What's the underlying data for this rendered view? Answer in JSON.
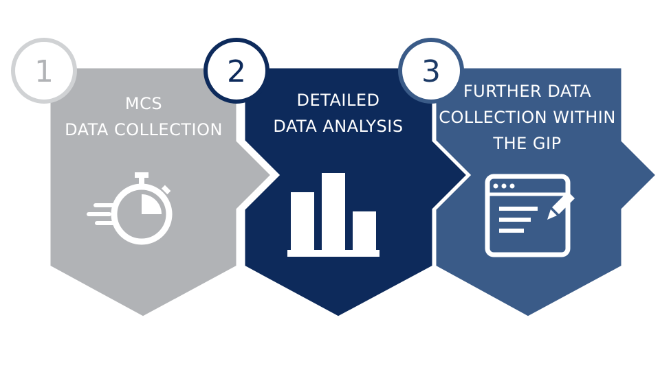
{
  "steps": [
    {
      "number": "1",
      "title_lines": [
        "MCS",
        "DATA COLLECTION"
      ],
      "icon": "stopwatch-icon",
      "color": "#b1b3b6",
      "number_color": "#b1b3b6",
      "circle_border": "#d0d2d4"
    },
    {
      "number": "2",
      "title_lines": [
        "DETAILED",
        "DATA ANALYSIS"
      ],
      "icon": "bar-chart-icon",
      "color": "#0d2a5b",
      "number_color": "#0d2a5b",
      "circle_border": "#0d2a5b"
    },
    {
      "number": "3",
      "title_lines": [
        "FURTHER DATA",
        "COLLECTION WITHIN",
        "THE GIP"
      ],
      "icon": "form-edit-icon",
      "color": "#3a5b88",
      "number_color": "#1c3a66",
      "circle_border": "#3a5b88"
    }
  ]
}
